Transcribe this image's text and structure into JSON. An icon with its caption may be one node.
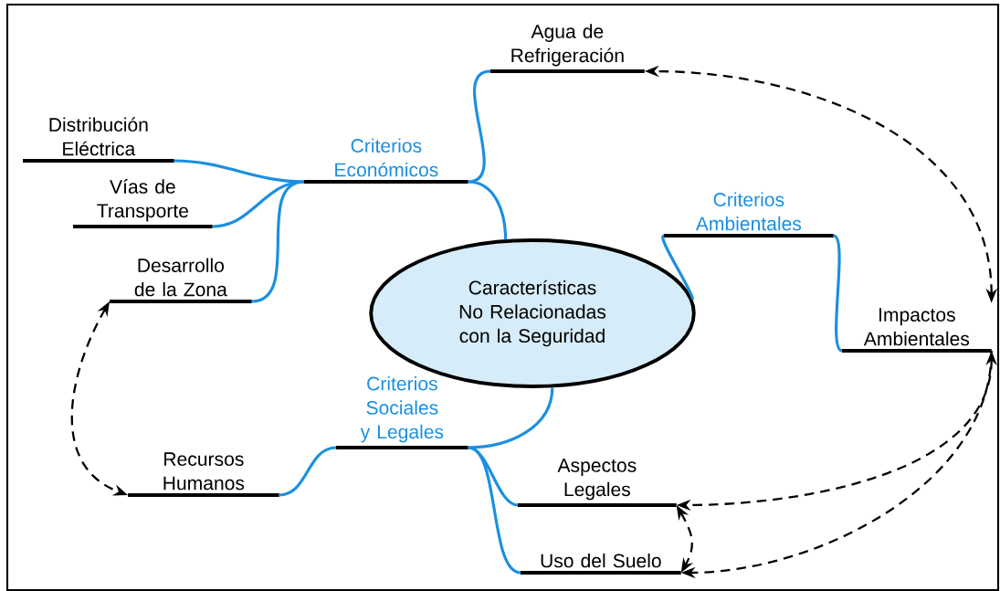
{
  "diagram": {
    "nodes": [
      {
        "text": [
          "Características No Relacionadas con la Seguridad"
        ]
      },
      {
        "text": [
          "Criterios Económicos"
        ]
      },
      {
        "text": [
          "Agua de Refrigeración"
        ]
      },
      {
        "text": [
          "Distribución Eléctrica"
        ]
      },
      {
        "text": [
          "Vías de Transporte"
        ]
      },
      {
        "text": [
          "Desarrollo de la Zona"
        ]
      },
      {
        "text": [
          "Criterios Ambientales"
        ]
      },
      {
        "text": [
          "Impactos Ambientales"
        ]
      },
      {
        "text": [
          "Criterios Sociales y Legales"
        ]
      },
      {
        "text": [
          "Recursos Humanos"
        ]
      },
      {
        "text": [
          "Aspectos Legales"
        ]
      },
      {
        "text": [
          "Uso del Suelo"
        ]
      }
    ],
    "edges": [
      {
        "from": 0,
        "to": 1,
        "arrow": "none"
      },
      {
        "from": 1,
        "to": 2,
        "arrow": "none"
      },
      {
        "from": 1,
        "to": 3,
        "arrow": "none"
      },
      {
        "from": 1,
        "to": 4,
        "arrow": "none"
      },
      {
        "from": 1,
        "to": 5,
        "arrow": "none"
      },
      {
        "from": 0,
        "to": 6,
        "arrow": "none"
      },
      {
        "from": 6,
        "to": 7,
        "arrow": "none"
      },
      {
        "from": 0,
        "to": 8,
        "arrow": "none"
      },
      {
        "from": 8,
        "to": 9,
        "arrow": "none"
      },
      {
        "from": 8,
        "to": 10,
        "arrow": "none"
      },
      {
        "from": 8,
        "to": 11,
        "arrow": "none"
      },
      {
        "from": 7,
        "to": 2,
        "arrow": "both",
        "style": "dashed",
        "color": "#000000"
      },
      {
        "from": 7,
        "to": 10,
        "arrow": "both",
        "style": "dashed",
        "color": "#000000"
      },
      {
        "from": 7,
        "to": 11,
        "arrow": "to",
        "style": "dashed",
        "color": "#000000"
      },
      {
        "from": 10,
        "to": 11,
        "arrow": "both",
        "style": "dashed",
        "color": "#000000"
      },
      {
        "from": 5,
        "to": 9,
        "arrow": "both",
        "style": "dashed",
        "color": "#000000"
      }
    ]
  }
}
